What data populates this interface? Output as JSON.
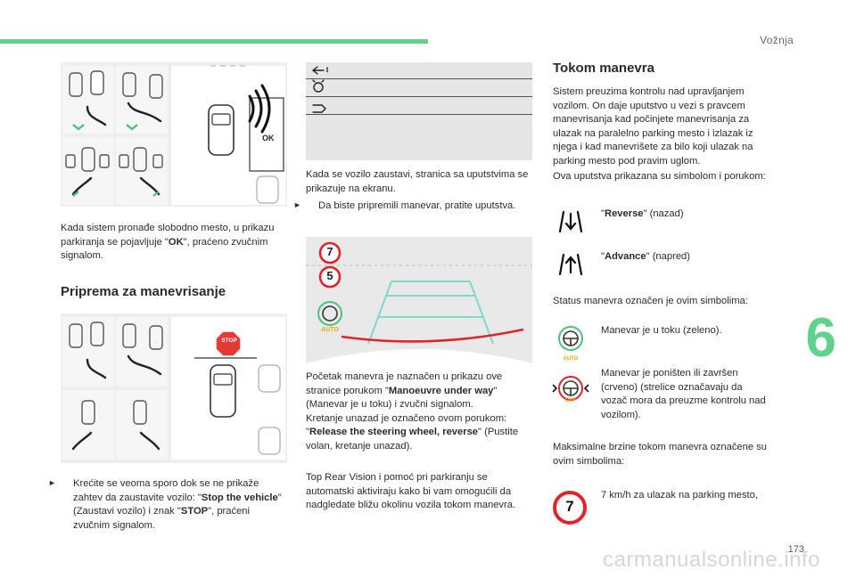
{
  "header": {
    "section": "Vožnja",
    "chapter": "6",
    "page": "173",
    "watermark": "carmanualsonline.info"
  },
  "left_column": {
    "fig1_label": "OK",
    "para_found": [
      "Kada sistem pronađe slobodno mesto, u prikazu parkiranja se pojavljuje \"",
      "OK",
      "\", praćeno zvučnim signalom."
    ],
    "heading_prep": "Priprema za manevrisanje",
    "fig2_label": "STOP",
    "bullet_slow": [
      "Krećite se veoma sporo dok se ne prikaže zahtev da zaustavite vozilo: \"",
      "Stop the vehicle",
      "\" (Zaustavi vozilo) i znak \"",
      "STOP",
      "\", praćeni zvučnim signalom."
    ]
  },
  "middle_column": {
    "para_stopped": "Kada se vozilo zaustavi, stranica sa uputstvima se prikazuje na ekranu.",
    "bullet_prepare": "Da biste pripremili manevar, pratite uputstva.",
    "camera": {
      "speed_top": "7",
      "speed_bottom": "5",
      "auto_label": "AUTO"
    },
    "para_start": [
      "Početak manevra je naznačen u prikazu ove stranice porukom \"",
      "Manoeuvre under way",
      "\" (Manevar je u toku) i zvučni signalom.",
      "Kretanje unazad je označeno ovom porukom: \"",
      "Release the steering wheel, reverse",
      "\" (Pustite volan, kretanje unazad)."
    ],
    "para_toprear": "Top Rear Vision i pomoć pri parkiranju se automatski aktiviraju kako bi vam omogućili da nadgledate bližu okolinu vozila tokom manevra."
  },
  "right_column": {
    "heading_during": "Tokom manevra",
    "para_system": "Sistem preuzima kontrolu nad upravljanjem vozilom. On daje uputstvo u vezi s pravcem manevrisanja kad počinjete manevrisanja za ulazak na paralelno parking mesto i izlazak iz njega i kad manevrišete za bilo koji ulazak na parking mesto pod pravim uglom.",
    "para_symbols": "Ova uputstva prikazana su simbolom i porukom:",
    "reverse": [
      "\"",
      "Reverse",
      "\" (nazad)"
    ],
    "advance": [
      "\"",
      "Advance",
      "\" (napred)"
    ],
    "para_status": "Status manevra označen je ovim simbolima:",
    "status_on": "Manevar je u toku (zeleno).",
    "status_on_icon": "AUTO",
    "status_off": "Manevar je poništen ili završen (crveno) (strelice označavaju da vozač mora da preuzme kontrolu nad vozilom).",
    "status_off_icon": "OFF",
    "para_speeds": "Maksimalne brzine tokom manevra označene su ovim simbolima:",
    "speed_sign": "7",
    "speed_text": "7 km/h za ulazak na parking mesto,"
  },
  "colors": {
    "accent_green": "#5fd38a",
    "stop_red": "#e53935",
    "guide_line": "#7fd9cf",
    "alert_red": "#e0242a"
  }
}
